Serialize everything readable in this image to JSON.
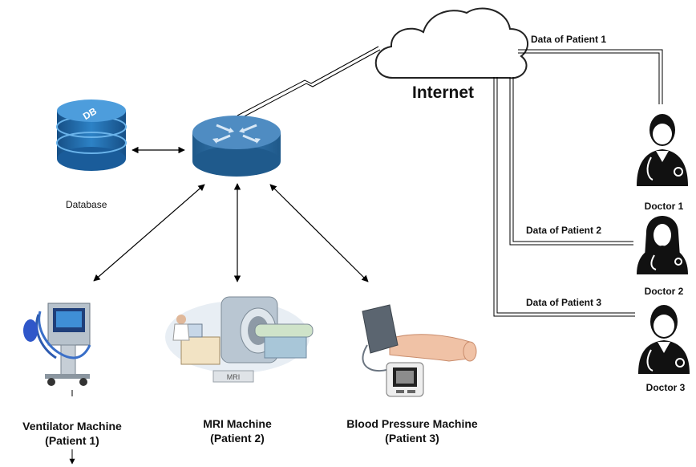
{
  "cloud": {
    "label": "Internet"
  },
  "database": {
    "label": "Database",
    "icon_text": "DB"
  },
  "router": {
    "icon": "router-icon"
  },
  "machines": [
    {
      "line1": "Ventilator Machine",
      "line2": "(Patient 1)",
      "icon": "ventilator-icon"
    },
    {
      "line1": "MRI Machine",
      "line2": "(Patient 2)",
      "icon": "mri-icon",
      "screen_text": "MRI"
    },
    {
      "line1": "Blood Pressure Machine",
      "line2": "(Patient 3)",
      "icon": "blood-pressure-icon"
    }
  ],
  "doctors": [
    {
      "label": "Doctor 1",
      "link_label": "Data of Patient 1",
      "icon": "doctor-male-icon"
    },
    {
      "label": "Doctor 2",
      "link_label": "Data of Patient 2",
      "icon": "doctor-female-icon"
    },
    {
      "label": "Doctor 3",
      "link_label": "Data of Patient 3",
      "icon": "doctor-male-icon"
    }
  ],
  "colors": {
    "db_blue": "#1f6fb0",
    "router_blue": "#2a6aa0",
    "line": "#000000"
  }
}
